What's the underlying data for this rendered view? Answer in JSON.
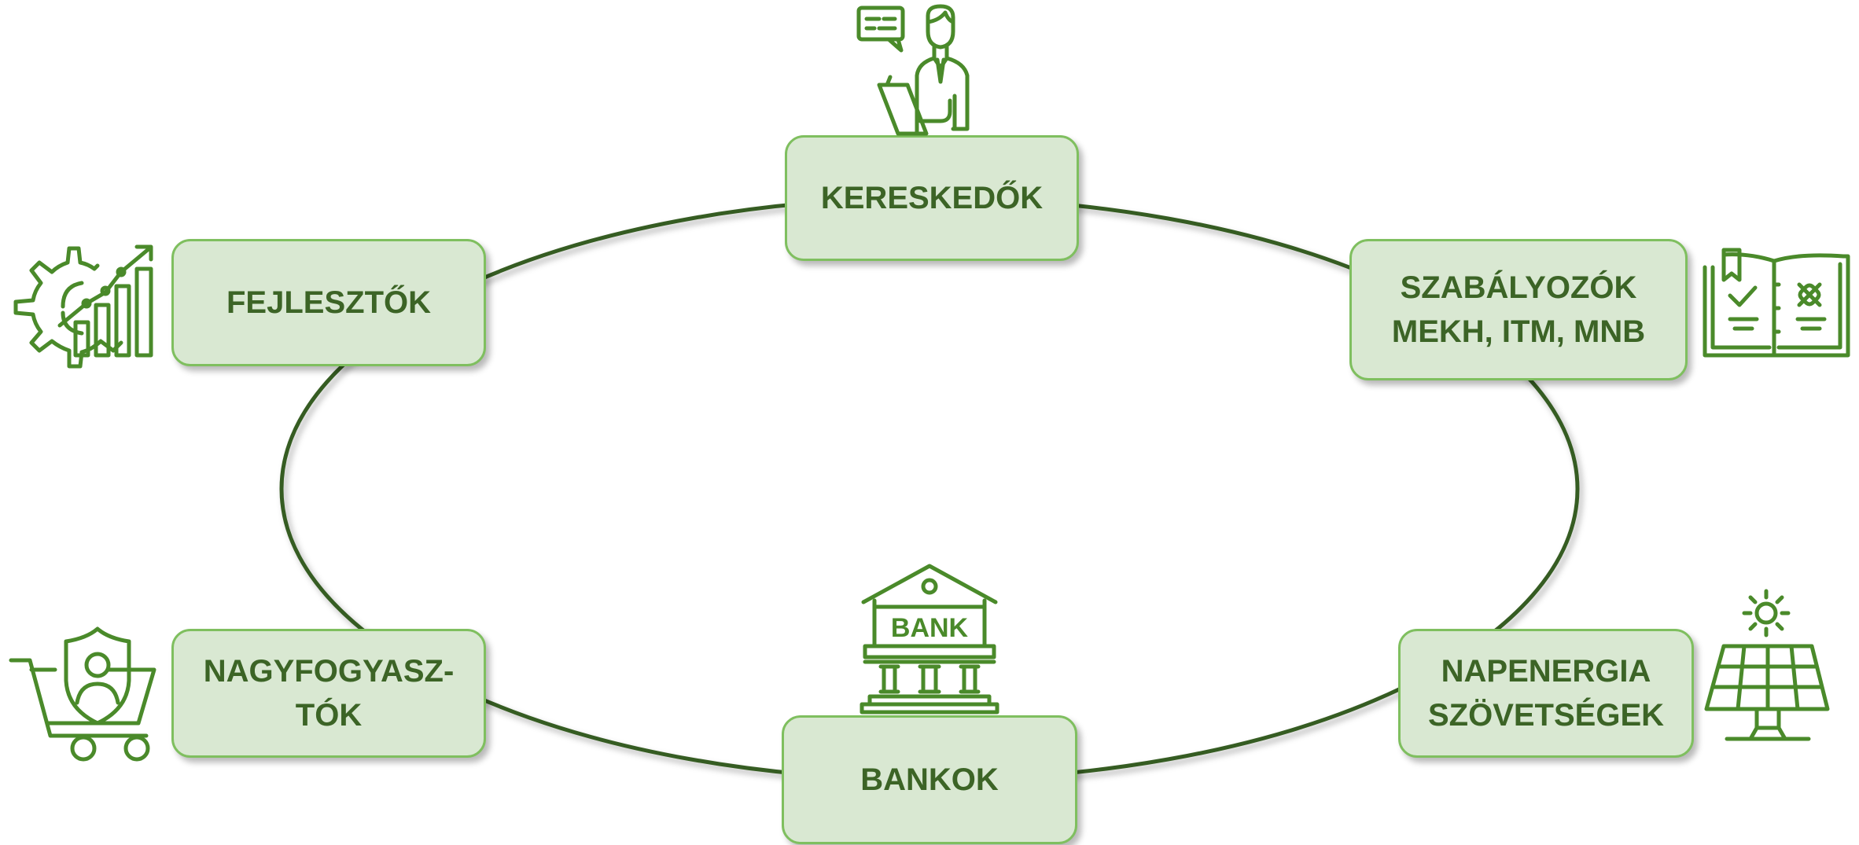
{
  "colors": {
    "ring": "#365b20",
    "box_fill": "#d9e8d2",
    "box_border": "#7fbf5f",
    "text": "#3c6426",
    "icon": "#4a8a2a"
  },
  "nodes": {
    "kereskedok": {
      "lines": [
        "KERESKEDŐK"
      ],
      "icon": "merchant-person-icon"
    },
    "fejlesztok": {
      "lines": [
        "FEJLESZTŐK"
      ],
      "icon": "gear-growth-chart-icon"
    },
    "szabalyozok": {
      "lines": [
        "SZABÁLYOZÓK",
        "MEKH, ITM, MNB"
      ],
      "icon": "regulation-book-icon"
    },
    "nagyfogyasztok": {
      "lines": [
        "NAGYFOGYASZ-",
        "TÓK"
      ],
      "icon": "shopping-cart-user-icon"
    },
    "napenergia": {
      "lines": [
        "NAPENERGIA",
        "SZÖVETSÉGEK"
      ],
      "icon": "solar-panel-icon"
    },
    "bankok": {
      "lines": [
        "BANKOK"
      ],
      "icon": "bank-building-icon"
    }
  },
  "icon_text": {
    "bank_sign": "BANK"
  }
}
